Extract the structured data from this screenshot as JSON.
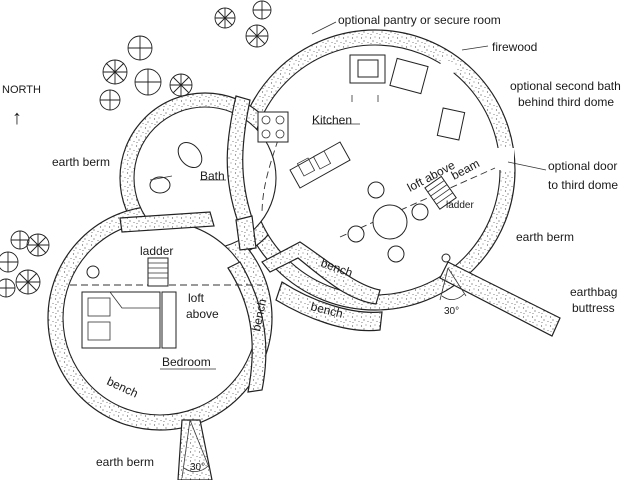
{
  "labels": {
    "north": "NORTH",
    "north_arrow": "↑",
    "pantry": "optional pantry or secure room",
    "firewood": "firewood",
    "second_bath_1": "optional second bath",
    "second_bath_2": "behind third dome",
    "optional_door_1": "optional door",
    "optional_door_2": "to third dome",
    "kitchen": "Kitchen",
    "bath": "Bath",
    "earth_berm_left": "earth berm",
    "earth_berm_right": "earth berm",
    "earth_berm_bottom": "earth berm",
    "loft_above_kitchen": "loft above",
    "beam": "beam",
    "ladder_kitchen": "ladder",
    "ladder_bedroom": "ladder",
    "loft_above_bedroom_1": "loft",
    "loft_above_bedroom_2": "above",
    "bench_1": "bench",
    "bench_2": "bench",
    "bench_3": "bench",
    "bench_4": "bench",
    "bedroom": "Bedroom",
    "buttress_1": "earthbag",
    "buttress_2": "buttress",
    "angle_right": "30°",
    "angle_bottom": "30°"
  },
  "colors": {
    "ink": "#1a1a1a",
    "stipple": "#555555",
    "background": "#ffffff"
  }
}
